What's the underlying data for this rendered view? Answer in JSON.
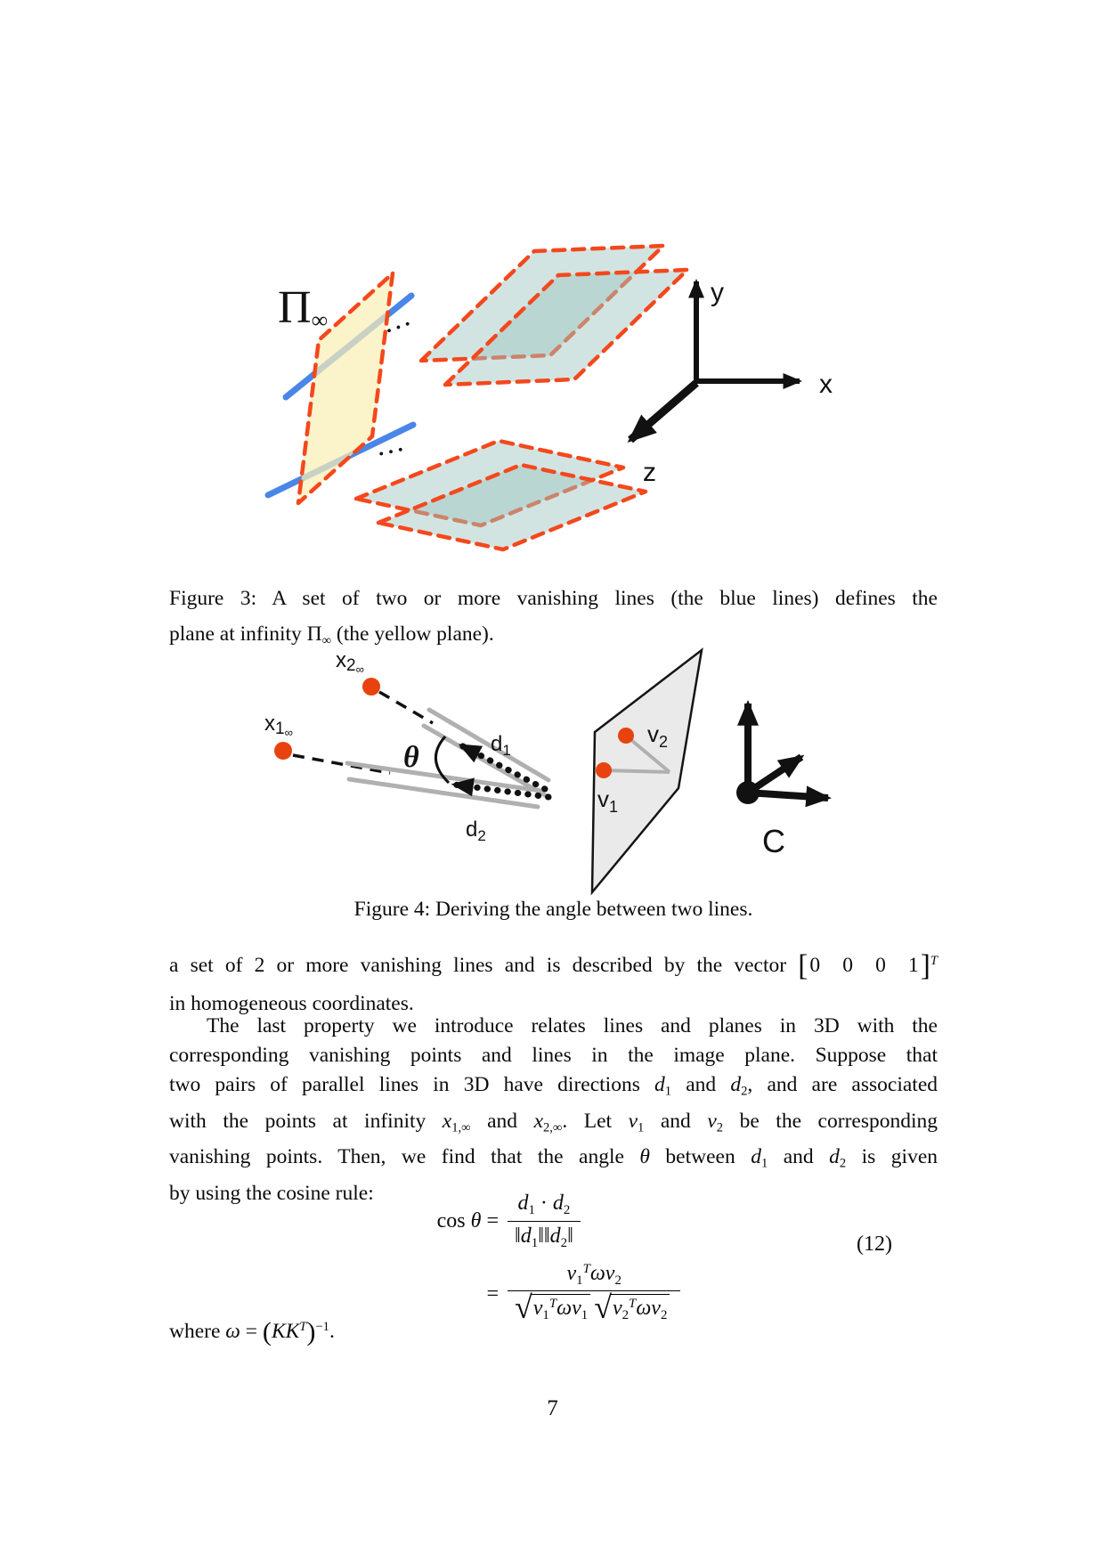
{
  "page": {
    "number": "7"
  },
  "colors": {
    "yellow_plane": "#F9EFB6",
    "red_dash": "#F4481C",
    "blue_line": "#4A86E8",
    "teal_fill": "#9FC6C2",
    "red_dot": "#E8430E",
    "plane_gray_fill": "#EAEAEA",
    "gray_line": "#B0B0B0",
    "axis_black": "#111111"
  },
  "figure3": {
    "plane_label": {
      "base": "Π",
      "sub": "∞"
    },
    "axis_labels": {
      "x": "x",
      "y": "y",
      "z": "z"
    },
    "ellipsis1": "···",
    "ellipsis2": "···",
    "caption": {
      "line1": "Figure 3:  A set of two or more vanishing lines (the blue lines) defines the",
      "line2_segments": [
        {
          "t": "plane at infinity "
        },
        {
          "t": "Π"
        },
        {
          "t": "∞",
          "c": "sub"
        },
        {
          "t": " (the yellow plane)."
        }
      ]
    }
  },
  "figure4": {
    "labels": {
      "x2": {
        "base": "x",
        "sub": "2",
        "subsub": "∞"
      },
      "x1": {
        "base": "x",
        "sub": "1",
        "subsub": "∞"
      },
      "theta": "θ",
      "d1": {
        "base": "d",
        "sub": "1"
      },
      "d2": {
        "base": "d",
        "sub": "2"
      },
      "v2": {
        "base": "v",
        "sub": "2"
      },
      "v1": {
        "base": "v",
        "sub": "1"
      },
      "camera": "C"
    },
    "caption": "Figure 4: Deriving the angle between two lines."
  },
  "body": {
    "para1": {
      "line1_segments": [
        {
          "t": "a set of 2 or more vanishing lines and is described by the vector "
        },
        {
          "t": "[",
          "c": "bigbr"
        },
        {
          "t": "0 0 0 1",
          "c": "vec"
        },
        {
          "t": "]",
          "c": "bigbr"
        },
        {
          "t": "T",
          "c": "sup mi"
        }
      ],
      "line2_segments": [
        {
          "t": "in homogeneous coordinates."
        }
      ]
    },
    "para2": {
      "lines": [
        [
          {
            "t": "The last property we introduce relates lines and planes in 3D with the"
          }
        ],
        [
          {
            "t": "corresponding vanishing points and lines in the image plane.  Suppose that"
          }
        ],
        [
          {
            "t": "two pairs of parallel lines in 3D have directions "
          },
          {
            "t": "d",
            "c": "mi"
          },
          {
            "t": "1",
            "c": "sub"
          },
          {
            "t": " and "
          },
          {
            "t": "d",
            "c": "mi"
          },
          {
            "t": "2",
            "c": "sub"
          },
          {
            "t": ", and are associated"
          }
        ],
        [
          {
            "t": "with the points at infinity "
          },
          {
            "t": "x",
            "c": "mi"
          },
          {
            "t": "1,∞",
            "c": "sub"
          },
          {
            "t": " and "
          },
          {
            "t": "x",
            "c": "mi"
          },
          {
            "t": "2,∞",
            "c": "sub"
          },
          {
            "t": ".  Let "
          },
          {
            "t": "v",
            "c": "mi"
          },
          {
            "t": "1",
            "c": "sub"
          },
          {
            "t": " and "
          },
          {
            "t": "v",
            "c": "mi"
          },
          {
            "t": "2",
            "c": "sub"
          },
          {
            "t": " be the corresponding"
          }
        ],
        [
          {
            "t": "vanishing points.  Then, we find that the angle "
          },
          {
            "t": "θ",
            "c": "mi"
          },
          {
            "t": " between "
          },
          {
            "t": "d",
            "c": "mi"
          },
          {
            "t": "1",
            "c": "sub"
          },
          {
            "t": " and "
          },
          {
            "t": "d",
            "c": "mi"
          },
          {
            "t": "2",
            "c": "sub"
          },
          {
            "t": " is given"
          }
        ],
        [
          {
            "t": "by using the cosine rule:"
          }
        ]
      ]
    },
    "where_segments": [
      {
        "t": "where "
      },
      {
        "t": "ω",
        "c": "mi"
      },
      {
        "t": " = "
      },
      {
        "t": "(",
        "c": "bigp"
      },
      {
        "t": "KK",
        "c": "mi"
      },
      {
        "t": "T",
        "c": "sup mi"
      },
      {
        "t": ")",
        "c": "bigp"
      },
      {
        "t": "−1",
        "c": "sup"
      },
      {
        "t": "."
      }
    ]
  },
  "equation": {
    "number": "(12)",
    "sqrt": "√",
    "row1": {
      "lhs": [
        {
          "t": "cos "
        },
        {
          "t": "θ",
          "c": "mi"
        },
        {
          "t": " ="
        }
      ],
      "num": [
        {
          "t": "d",
          "c": "mi"
        },
        {
          "t": "1",
          "c": "sub"
        },
        {
          "t": " · "
        },
        {
          "t": "d",
          "c": "mi"
        },
        {
          "t": "2",
          "c": "sub"
        }
      ],
      "den": [
        {
          "t": "‖"
        },
        {
          "t": "d",
          "c": "mi"
        },
        {
          "t": "1",
          "c": "sub"
        },
        {
          "t": "‖‖"
        },
        {
          "t": "d",
          "c": "mi"
        },
        {
          "t": "2",
          "c": "sub"
        },
        {
          "t": "‖"
        }
      ]
    },
    "row2": {
      "lhs": [
        {
          "t": "="
        }
      ],
      "num": [
        {
          "t": "v",
          "c": "mi"
        },
        {
          "t": "1",
          "c": "sub"
        },
        {
          "t": "T",
          "c": "sup mi"
        },
        {
          "t": "ω",
          "c": "mi"
        },
        {
          "t": "v",
          "c": "mi"
        },
        {
          "t": "2",
          "c": "sub"
        }
      ],
      "den_r1": [
        {
          "t": "v",
          "c": "mi"
        },
        {
          "t": "1",
          "c": "sub"
        },
        {
          "t": "T",
          "c": "sup mi"
        },
        {
          "t": "ω",
          "c": "mi"
        },
        {
          "t": "v",
          "c": "mi"
        },
        {
          "t": "1",
          "c": "sub"
        }
      ],
      "den_r2": [
        {
          "t": "v",
          "c": "mi"
        },
        {
          "t": "2",
          "c": "sub"
        },
        {
          "t": "T",
          "c": "sup mi"
        },
        {
          "t": "ω",
          "c": "mi"
        },
        {
          "t": "v",
          "c": "mi"
        },
        {
          "t": "2",
          "c": "sub"
        }
      ]
    }
  }
}
